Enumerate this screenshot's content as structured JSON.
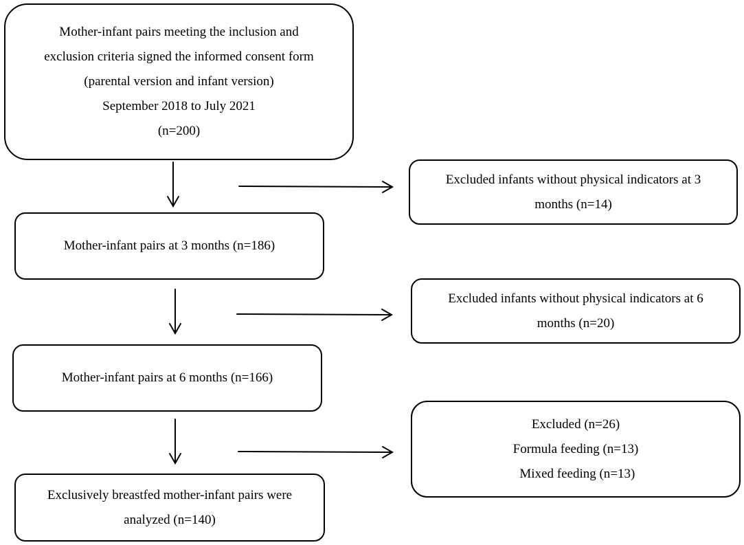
{
  "boxes": {
    "enrolled": {
      "lines": [
        "Mother-infant pairs meeting the inclusion and",
        "exclusion criteria signed the informed consent form",
        "(parental version and infant version)",
        "September 2018 to July 2021",
        "(n=200)"
      ]
    },
    "three_months": {
      "text": "Mother-infant pairs at 3 months (n=186)"
    },
    "six_months": {
      "text": "Mother-infant pairs at 6 months (n=166)"
    },
    "analyzed": {
      "lines": [
        "Exclusively breastfed mother-infant pairs were",
        "analyzed (n=140)"
      ]
    },
    "excluded_3m": {
      "lines": [
        "Excluded infants without physical indicators at 3",
        "months (n=14)"
      ]
    },
    "excluded_6m": {
      "lines": [
        "Excluded infants without physical indicators at 6",
        "months (n=20)"
      ]
    },
    "excluded_feeding": {
      "lines": [
        "Excluded (n=26)",
        "Formula feeding (n=13)",
        " Mixed feeding (n=13)"
      ]
    }
  }
}
